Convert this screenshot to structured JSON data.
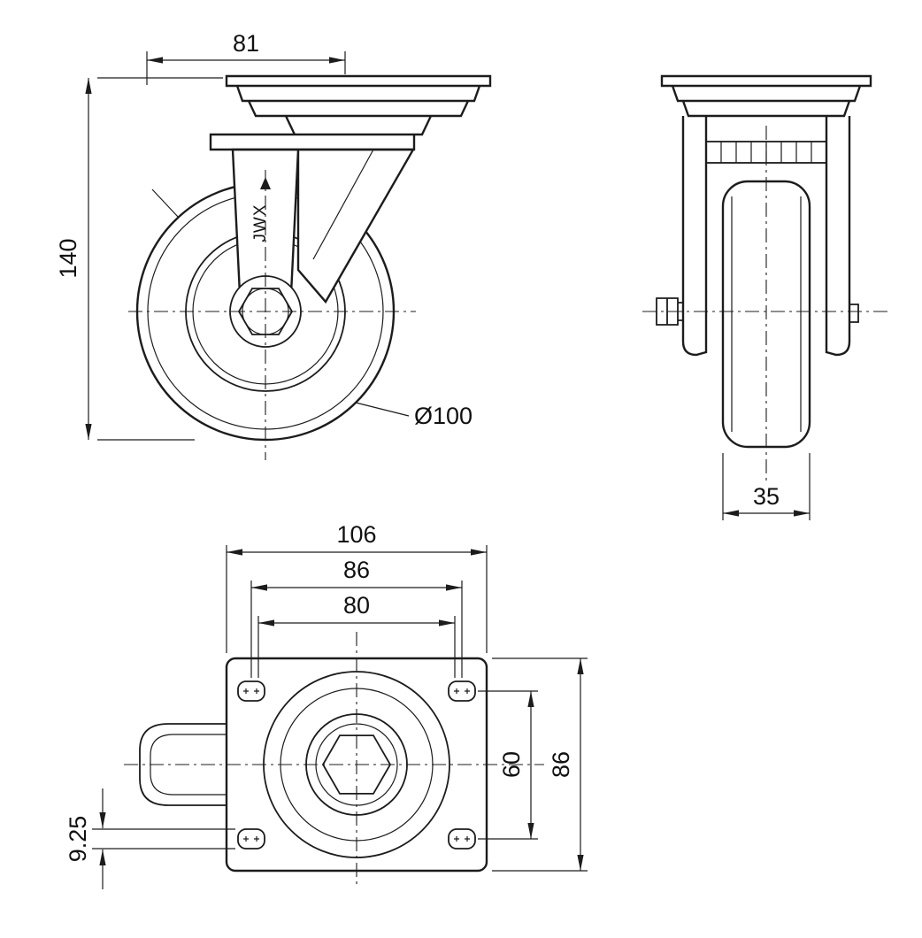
{
  "drawing": {
    "kind": "caster-wheel-technical-drawing",
    "colors": {
      "line": "#1c1c1c",
      "background": "#ffffff"
    },
    "views": {
      "front": {
        "dim_plate_offset": "81",
        "dim_height": "140",
        "dim_wheel_diameter": "Ø100",
        "brand": "JWX"
      },
      "side": {
        "dim_wheel_width": "35"
      },
      "plan": {
        "dim_plate_length": "106",
        "dim_bolt_pitch_x": "86",
        "dim_bolt_inner_x": "80",
        "dim_bolt_pitch_y": "60",
        "dim_plate_width": "86",
        "dim_slot_width": "9.25"
      }
    }
  }
}
